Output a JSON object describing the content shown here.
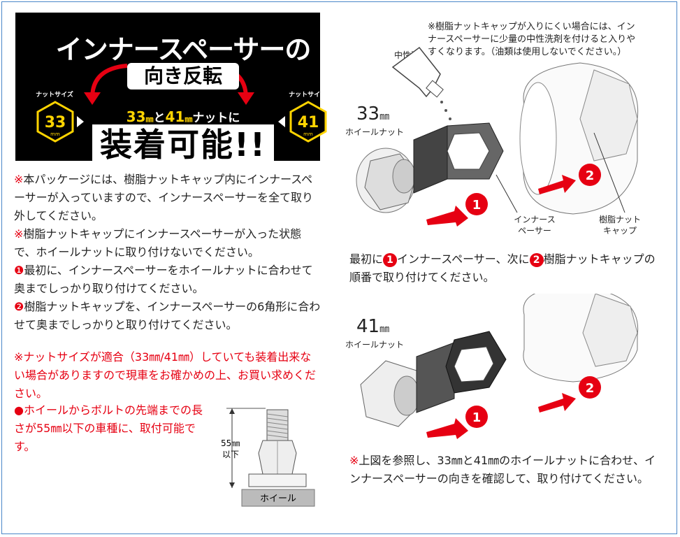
{
  "banner": {
    "title": "インナースペーサーの",
    "subtitle": "向き反転",
    "nut_size_label_left": "ナットサイズ",
    "nut_size_label_right": "ナットサイズ",
    "size_left": "33",
    "size_right": "41",
    "size_unit": "mm",
    "fit_a": "33",
    "fit_mm_a": "㎜",
    "fit_and": "と",
    "fit_b": "41",
    "fit_mm_b": "㎜",
    "fit_tail": "ナットに",
    "mounted": "装着可能!!"
  },
  "left_text": {
    "p1_mark": "※",
    "p1": "本パッケージには、樹脂ナットキャップ内にインナースペーサーが入っていますので、インナースペーサーを全て取り外してください。",
    "p2_mark": "※",
    "p2": "樹脂ナットキャップにインナースペーサーが入った状態で、ホイールナットに取り付けないでください。",
    "p3_mark": "❶",
    "p3": "最初に、インナースペーサーをホイールナットに合わせて奥までしっかり取り付けてください。",
    "p4_mark": "❷",
    "p4": "樹脂ナットキャップを、インナースペーサーの6角形に合わせて奥までしっかりと取り付けてください。",
    "warn": "※ナットサイズが適合（33㎜/41㎜）していても装着出来ない場合がありますので現車をお確かめの上、お買い求めください。",
    "bolt_note": "●ホイールからボルトの先端までの長さが55㎜以下の車種に、取付可能です。",
    "bolt_dim": "55㎜",
    "bolt_dim2": "以下",
    "wheel_label": "ホイール"
  },
  "right_text": {
    "tip": "※樹脂ナットキャップが入りにくい場合には、インナースペーサーに少量の中性洗剤を付けると入りやすくなります。（油類は使用しないでください。）",
    "bottle": "中性洗剤",
    "size33": "33",
    "size41": "41",
    "unit": "㎜",
    "wheel_nut": "ホイールナット",
    "inner_spacer": "インナースペーサー",
    "resin_cap": "樹脂ナットキャップ",
    "step1": "1",
    "step2": "2",
    "order_a": "最初に",
    "order_b": "インナースペーサー、次に",
    "order_c": "樹脂ナットキャップの順番で取り付けてください。",
    "ref": "※上図を参照し、33㎜と41㎜のホイールナットに合わせ、インナースペーサーの向きを確認して、取り付けてください。"
  },
  "colors": {
    "accent": "#e60012",
    "yellow": "#ffd400",
    "frame": "#4a86c8"
  }
}
